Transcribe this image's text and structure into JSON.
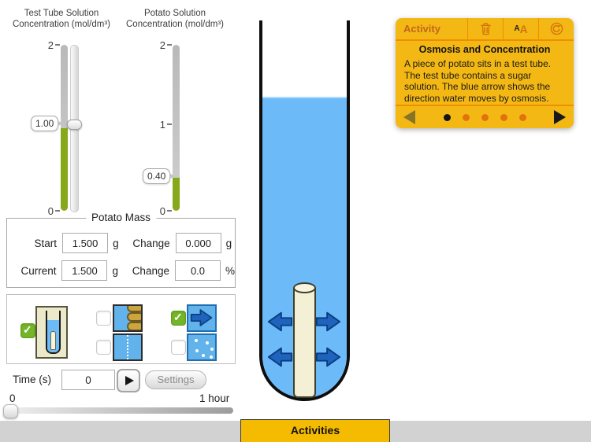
{
  "colors": {
    "slider-green": "#86a819",
    "check-green": "#74b52a",
    "water-blue": "#6cbaf8",
    "icon-blue": "#62b3ec",
    "arrow-blue": "#1e63bc",
    "arrow-outline": "#0a3c80",
    "panel-gold": "#f4b814",
    "panel-line": "#ef8e00",
    "activities-gold": "#f5bb00"
  },
  "sliders": {
    "test_tube": {
      "title_line1": "Test Tube Solution",
      "title_line2": "Concentration (mol/dm³)",
      "tick_top": "2",
      "tick_bottom": "0",
      "value": "1.00",
      "value_num": 1.0,
      "max": 2
    },
    "potato": {
      "title_line1": "Potato Solution",
      "title_line2": "Concentration (mol/dm³)",
      "tick_top": "2",
      "tick_mid": "1",
      "tick_bottom": "0",
      "value": "0.40",
      "value_num": 0.4,
      "max": 2
    }
  },
  "potato_mass": {
    "legend": "Potato Mass",
    "row1": {
      "label": "Start",
      "value": "1.500",
      "unit": "g",
      "change_label": "Change",
      "change_value": "0.000",
      "change_unit": "g"
    },
    "row2": {
      "label": "Current",
      "value": "1.500",
      "unit": "g",
      "change_label": "Change",
      "change_value": "0.0",
      "change_unit": "%"
    }
  },
  "view_options": {
    "tube": {
      "checked": true
    },
    "cells": {
      "checked": false
    },
    "membrane": {
      "checked": false
    },
    "flow_arrows": {
      "checked": true
    },
    "particles": {
      "checked": false
    }
  },
  "time_controls": {
    "label": "Time (s)",
    "value": "0",
    "settings_label": "Settings"
  },
  "time_slider": {
    "min_label": "0",
    "max_label": "1 hour"
  },
  "activity_panel": {
    "header": "Activity",
    "font_small": "A",
    "font_big": "A",
    "title": "Osmosis and Concentration",
    "body": "A piece of potato sits in a test tube. The test tube contains a sugar solution. The blue arrow shows the direction water moves by osmosis.",
    "pager": {
      "count": 5,
      "current": 1
    }
  },
  "bottom_bar": {
    "activities_label": "Activities"
  }
}
